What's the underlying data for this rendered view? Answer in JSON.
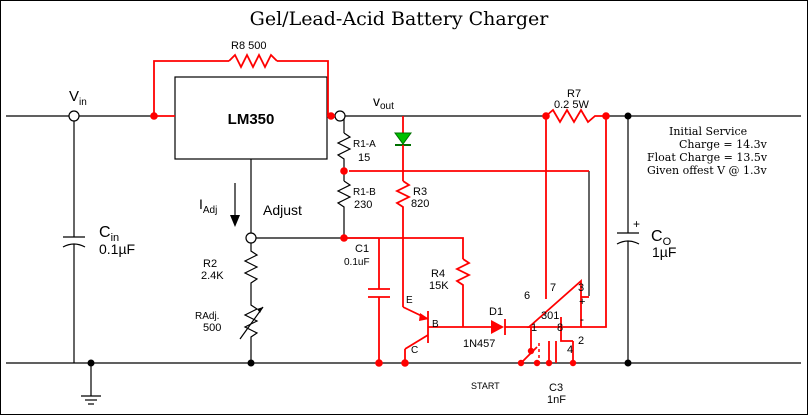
{
  "title": "Gel/Lead-Acid Battery Charger",
  "regulator": "LM350",
  "labels": {
    "vin": "V",
    "vin_sub": "in",
    "vout": "v",
    "vout_sub": "out",
    "iadj": "I",
    "iadj_sub": "Adj",
    "adjust": "Adjust"
  },
  "components": {
    "r8": "R8 500",
    "r7": "R7",
    "r7_val": "0.2 5W",
    "r1a": "R1-A",
    "r1a_val": "15",
    "r1b": "R1-B",
    "r1b_val": "230",
    "r3": "R3",
    "r3_val": "820",
    "c1": "C1",
    "c1_val": "0.1uF",
    "r4": "R4",
    "r4_val": "15K",
    "d1": "D1",
    "d1_val": "1N457",
    "r2": "R2",
    "r2_val": "2.4K",
    "radj": "RAdj.",
    "radj_val": "500",
    "cin": "C",
    "cin_sub": "in",
    "cin_val": "0.1µF",
    "co": "C",
    "co_sub": "O",
    "co_val": "1µF",
    "c3": "C3",
    "c3_val": "1nF",
    "opamp": "301",
    "start": "START",
    "transistor_e": "E",
    "transistor_b": "B",
    "transistor_c": "C",
    "pins": [
      "6",
      "7",
      "3",
      "1",
      "8",
      "2",
      "4"
    ],
    "plus": "+",
    "minus": "-"
  },
  "notes": [
    "Initial Service",
    "Charge = 14.3v",
    "Float Charge = 13.5v",
    "Given offest V @ 1.3v"
  ]
}
